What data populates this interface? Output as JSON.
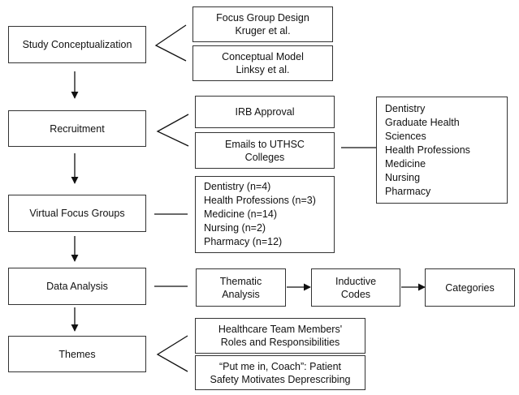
{
  "stages": [
    {
      "label": "Study Conceptualization"
    },
    {
      "label": "Recruitment"
    },
    {
      "label": "Virtual Focus Groups"
    },
    {
      "label": "Data Analysis"
    },
    {
      "label": "Themes"
    }
  ],
  "conceptualization": {
    "focus_group_design": [
      "Focus Group Design",
      "Kruger et al."
    ],
    "conceptual_model": [
      "Conceptual Model",
      "Linksy et al."
    ]
  },
  "recruitment": {
    "irb": "IRB Approval",
    "emails": [
      "Emails to UTHSC",
      "Colleges"
    ],
    "colleges": [
      "Dentistry",
      "Graduate Health",
      "Sciences",
      "Health Professions",
      "Medicine",
      "Nursing",
      "Pharmacy"
    ]
  },
  "focus_groups": {
    "participants": [
      "Dentistry (n=4)",
      "Health Professions (n=3)",
      "Medicine (n=14)",
      "Nursing (n=2)",
      "Pharmacy (n=12)"
    ]
  },
  "analysis": {
    "thematic": [
      "Thematic",
      "Analysis"
    ],
    "inductive": [
      "Inductive",
      "Codes"
    ],
    "categories": "Categories"
  },
  "themes": {
    "theme1": [
      "Healthcare Team Members'",
      "Roles and Responsibilities"
    ],
    "theme2": [
      "“Put me in, Coach”: Patient",
      "Safety Motivates Deprescribing"
    ]
  }
}
